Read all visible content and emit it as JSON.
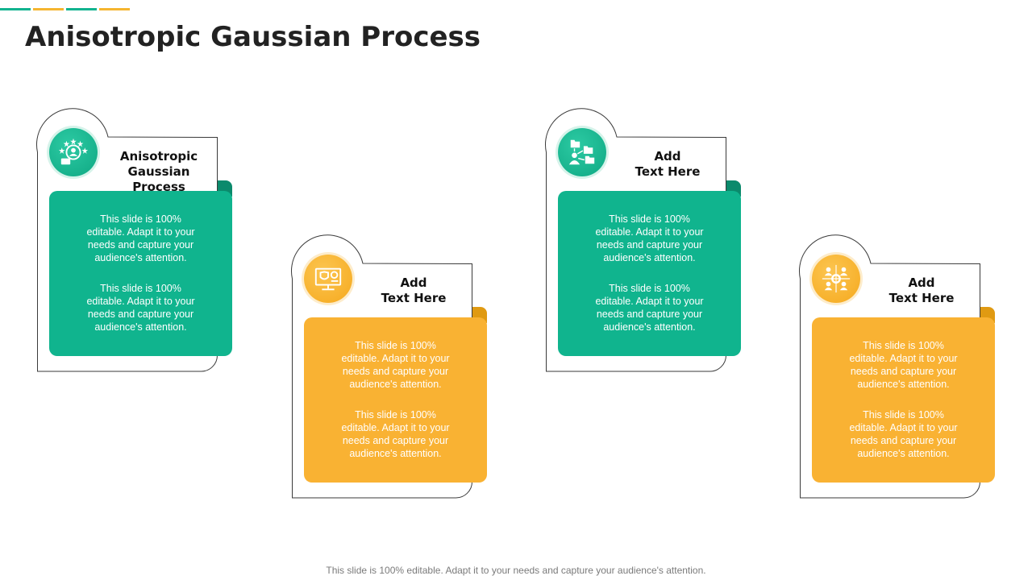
{
  "header": {
    "title": "Anisotropic Gaussian Process",
    "accent_colors": [
      "#12b38f",
      "#f5b530",
      "#12b38f",
      "#f5b530"
    ]
  },
  "colors": {
    "teal": "#10b48e",
    "teal_dark": "#0b8a6c",
    "orange": "#f9b233",
    "orange_dark": "#e09a12",
    "outline": "#3a3a3a"
  },
  "cards": [
    {
      "title_line1": "Anisotropic",
      "title_line2": "Gaussian Process",
      "icon": "user-rating-stars-icon",
      "color": "teal",
      "paragraphs": [
        "This slide is 100% editable. Adapt it to your needs and capture your audience's attention.",
        "This slide is 100% editable. Adapt it to your needs and capture your audience's attention."
      ]
    },
    {
      "title_line1": "Add",
      "title_line2": "Text Here",
      "icon": "monitor-security-icon",
      "color": "orange",
      "paragraphs": [
        "This slide is 100% editable. Adapt it to your needs and capture your audience's attention.",
        "This slide is 100% editable. Adapt it to your needs and capture your audience's attention."
      ]
    },
    {
      "title_line1": "Add",
      "title_line2": "Text Here",
      "icon": "user-folders-network-icon",
      "color": "teal",
      "paragraphs": [
        "This slide is 100% editable. Adapt it to your needs and capture your audience's attention.",
        "This slide is 100% editable. Adapt it to your needs and capture your audience's attention."
      ]
    },
    {
      "title_line1": "Add",
      "title_line2": "Text Here",
      "icon": "team-network-hub-icon",
      "color": "orange",
      "paragraphs": [
        "This slide is 100% editable. Adapt it to your needs and capture your audience's attention.",
        "This slide is 100% editable. Adapt it to your needs and capture your audience's attention."
      ]
    }
  ],
  "footer": {
    "text": "This slide is 100% editable. Adapt it to your needs and capture your audience's attention."
  }
}
